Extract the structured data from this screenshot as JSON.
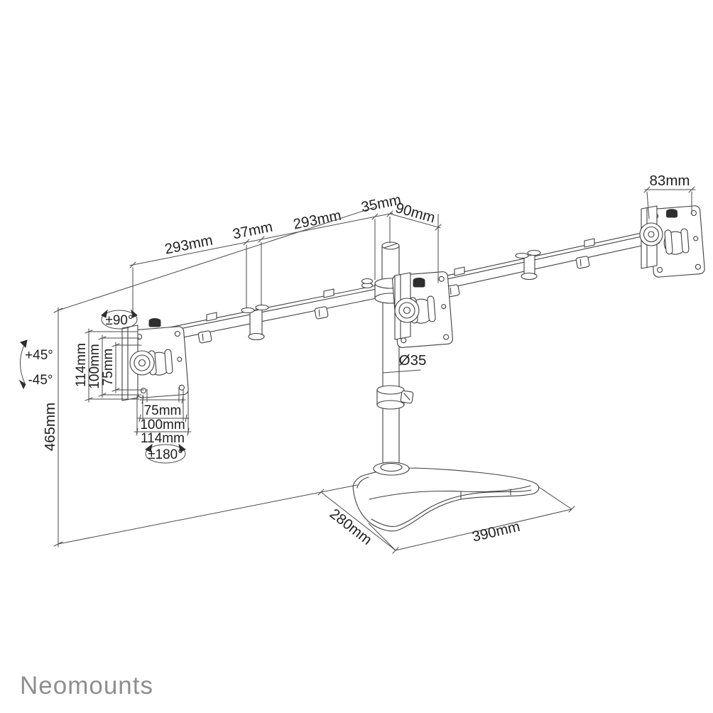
{
  "page": {
    "background": "#ffffff"
  },
  "brand": {
    "logo_text": "Neomounts",
    "logo_color": "#8e8e8e"
  },
  "diagram": {
    "product": "triple-monitor-desk-stand-dimension-drawing",
    "line_color": "#3f3f3f",
    "text_color": "#1e1e1e",
    "labels": {
      "arm_left_length": "293mm",
      "arm_joint_width": "37mm",
      "arm_right_length": "293mm",
      "pole_top_diameter": "35mm",
      "head_offset": "90mm",
      "head_plate_width": "83mm",
      "column_height": "465mm",
      "vesa_vertical": {
        "v114": "114mm",
        "v100": "100mm",
        "v75": "75mm"
      },
      "vesa_horizontal": {
        "h75": "75mm",
        "h100": "100mm",
        "h114": "114mm"
      },
      "rotation_range": "±90°",
      "tilt_up": "+45°",
      "tilt_down": "-45°",
      "swivel_range": "±180°",
      "pole_diameter": "Ø35",
      "base_depth": "280mm",
      "base_width": "390mm"
    }
  }
}
